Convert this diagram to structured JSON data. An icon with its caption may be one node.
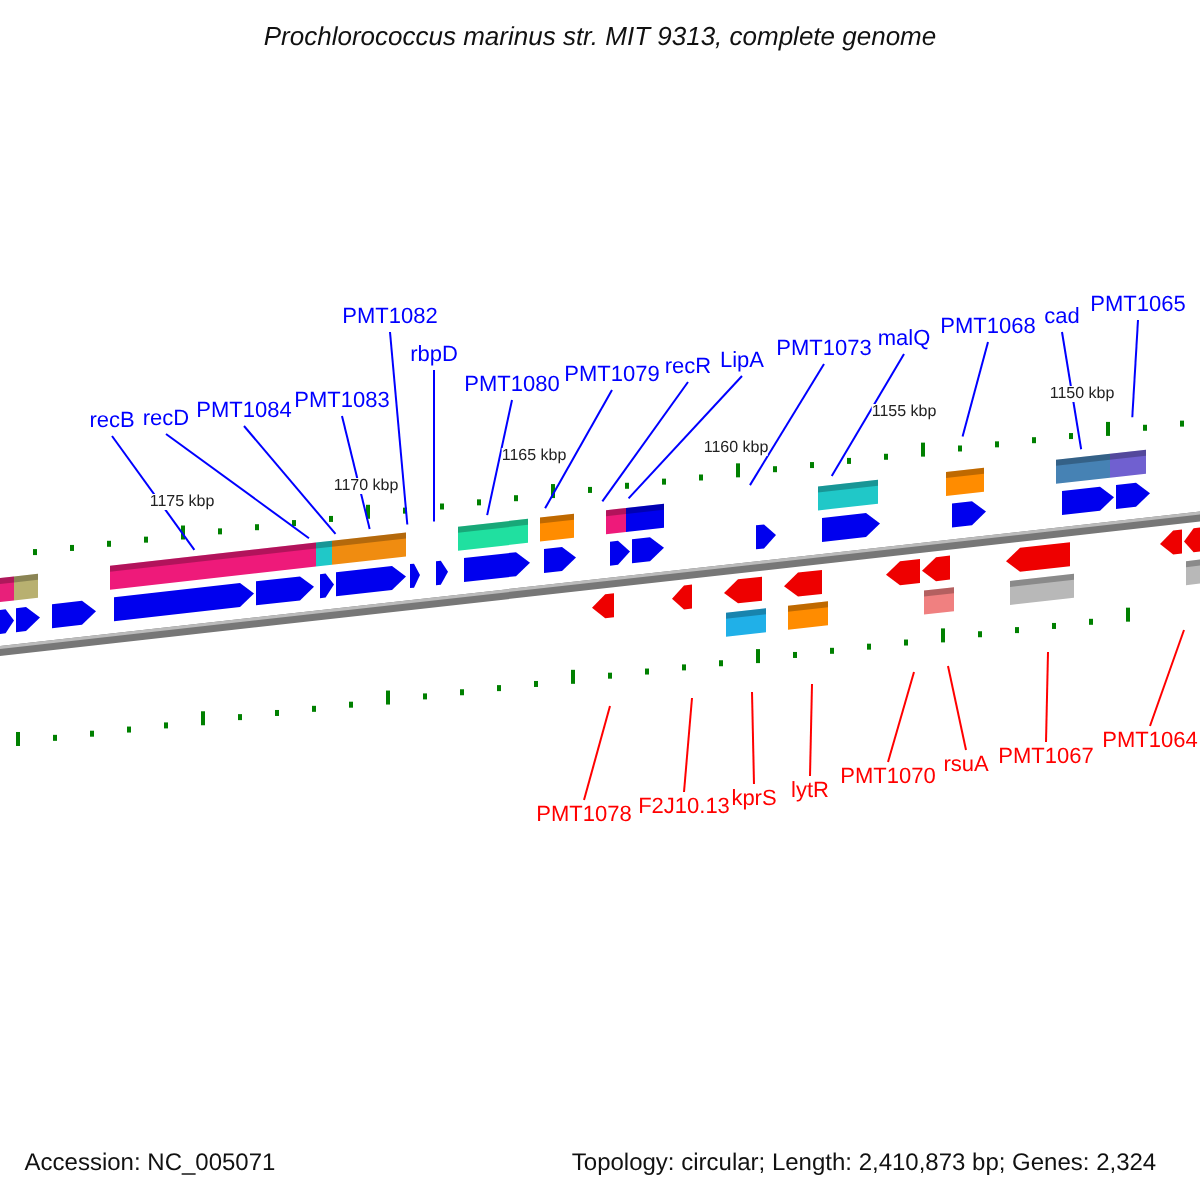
{
  "diagram": {
    "title": "Prochlorococcus marinus str. MIT 9313, complete genome",
    "nodes": [
      {
        "text": [
          "recB"
        ]
      },
      {
        "text": [
          "recD"
        ]
      },
      {
        "text": [
          "PMT1084"
        ]
      },
      {
        "text": [
          "PMT1083"
        ]
      },
      {
        "text": [
          "PMT1082"
        ]
      },
      {
        "text": [
          "rbpD"
        ]
      },
      {
        "text": [
          "PMT1080"
        ]
      },
      {
        "text": [
          "PMT1079"
        ]
      },
      {
        "text": [
          "recR"
        ]
      },
      {
        "text": [
          "LipA"
        ]
      },
      {
        "text": [
          "PMT1073"
        ]
      },
      {
        "text": [
          "malQ"
        ]
      },
      {
        "text": [
          "PMT1068"
        ]
      },
      {
        "text": [
          "cad"
        ]
      },
      {
        "text": [
          "PMT1065"
        ]
      },
      {
        "text": [
          "PMT1078"
        ]
      },
      {
        "text": [
          "F2J10.13"
        ]
      },
      {
        "text": [
          "kprS"
        ]
      },
      {
        "text": [
          "lytR"
        ]
      },
      {
        "text": [
          "PMT1070"
        ]
      },
      {
        "text": [
          "rsuA"
        ]
      },
      {
        "text": [
          "PMT1067"
        ]
      },
      {
        "text": [
          "PMT1064"
        ]
      }
    ],
    "edges": [
      {
        "from": 0,
        "to": null,
        "arrow": "none"
      },
      {
        "from": 1,
        "to": null,
        "arrow": "none"
      },
      {
        "from": 2,
        "to": null,
        "arrow": "none"
      },
      {
        "from": 3,
        "to": null,
        "arrow": "none"
      },
      {
        "from": 4,
        "to": null,
        "arrow": "none"
      },
      {
        "from": 5,
        "to": null,
        "arrow": "none"
      },
      {
        "from": 6,
        "to": null,
        "arrow": "none"
      },
      {
        "from": 7,
        "to": null,
        "arrow": "none"
      },
      {
        "from": 8,
        "to": null,
        "arrow": "none"
      },
      {
        "from": 9,
        "to": null,
        "arrow": "none"
      },
      {
        "from": 10,
        "to": null,
        "arrow": "none"
      },
      {
        "from": 11,
        "to": null,
        "arrow": "none"
      },
      {
        "from": 12,
        "to": null,
        "arrow": "none"
      },
      {
        "from": 13,
        "to": null,
        "arrow": "none"
      },
      {
        "from": 14,
        "to": null,
        "arrow": "none"
      },
      {
        "from": 15,
        "to": null,
        "arrow": "none",
        "color": "#ff0000"
      },
      {
        "from": 16,
        "to": null,
        "arrow": "none",
        "color": "#ff0000"
      },
      {
        "from": 17,
        "to": null,
        "arrow": "none",
        "color": "#ff0000"
      },
      {
        "from": 18,
        "to": null,
        "arrow": "none",
        "color": "#ff0000"
      },
      {
        "from": 19,
        "to": null,
        "arrow": "none",
        "color": "#ff0000"
      },
      {
        "from": 20,
        "to": null,
        "arrow": "none",
        "color": "#ff0000"
      },
      {
        "from": 21,
        "to": null,
        "arrow": "none",
        "color": "#ff0000"
      },
      {
        "from": 22,
        "to": null,
        "arrow": "none",
        "color": "#ff0000"
      }
    ],
    "labels": [
      "1175 kbp",
      "1170 kbp",
      "1165 kbp",
      "1160 kbp",
      "1155 kbp",
      "1150 kbp",
      "Accession: NC_005071",
      "Topology: circular; Length: 2,410,873 bp; Genes: 2,324"
    ]
  }
}
